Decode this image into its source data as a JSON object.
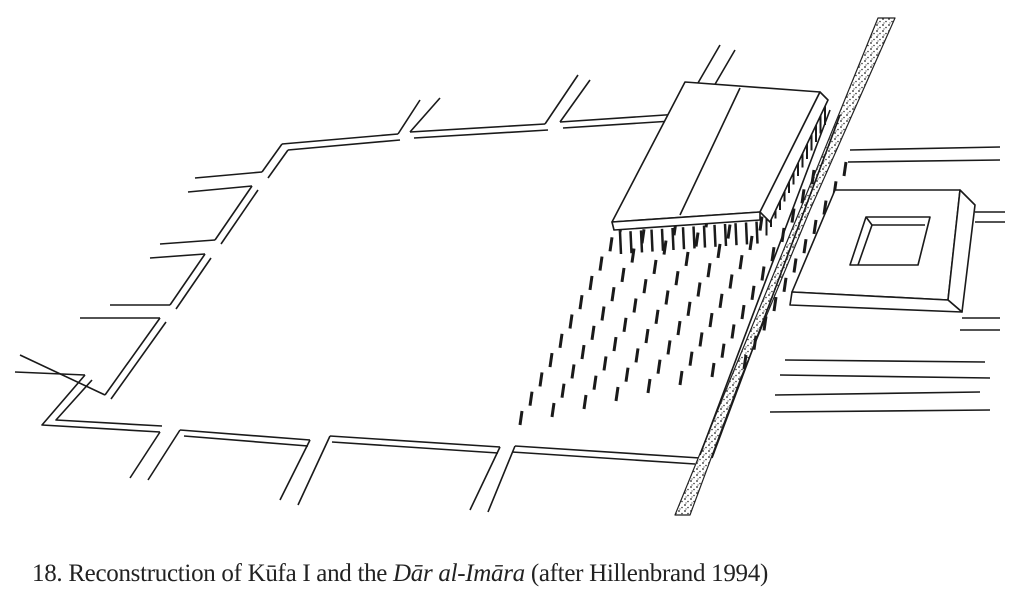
{
  "figure": {
    "caption": {
      "number": "18.",
      "text_before": "Reconstruction of Kūfa I and the ",
      "italic": "Dār al-Imāra",
      "text_after": " (after Hillenbrand 1994)"
    },
    "column_grid": {
      "rows": 8,
      "cols": 11
    }
  }
}
